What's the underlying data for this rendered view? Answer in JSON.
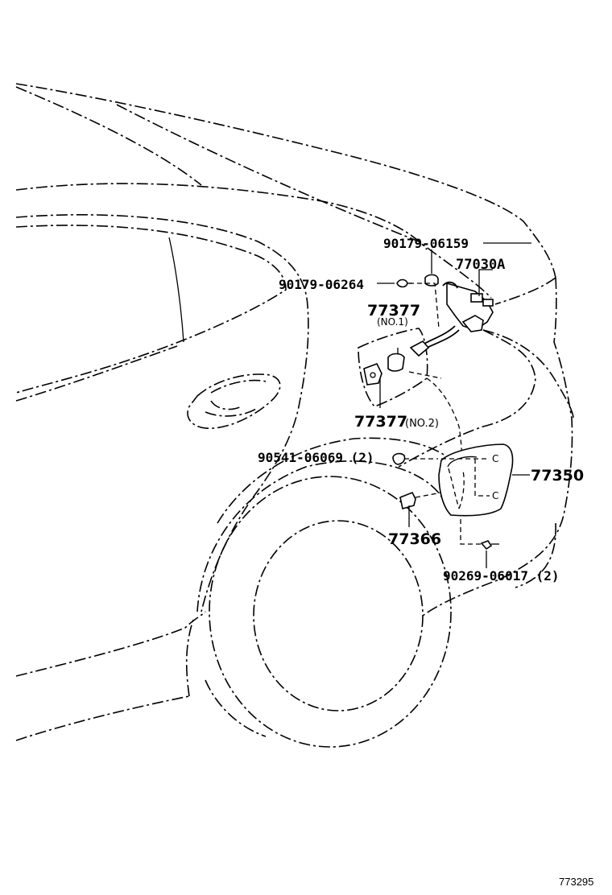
{
  "diagram": {
    "reference_code": "773295",
    "labels": {
      "p90179_06159": "90179-06159",
      "p77030A": "77030A",
      "p90179_06264": "90179-06264",
      "p77377_no1": "77377",
      "p77377_no1_sub": "(NO.1)",
      "p77377_no2_num": "77377",
      "p77377_no2_sub": "(NO.2)",
      "p90541_06069": "90541-06069 (2)",
      "p77350": "77350",
      "p77366": "77366",
      "p90269_06017": "90269-06017 (2)",
      "c1": "C",
      "c2": "C"
    }
  }
}
